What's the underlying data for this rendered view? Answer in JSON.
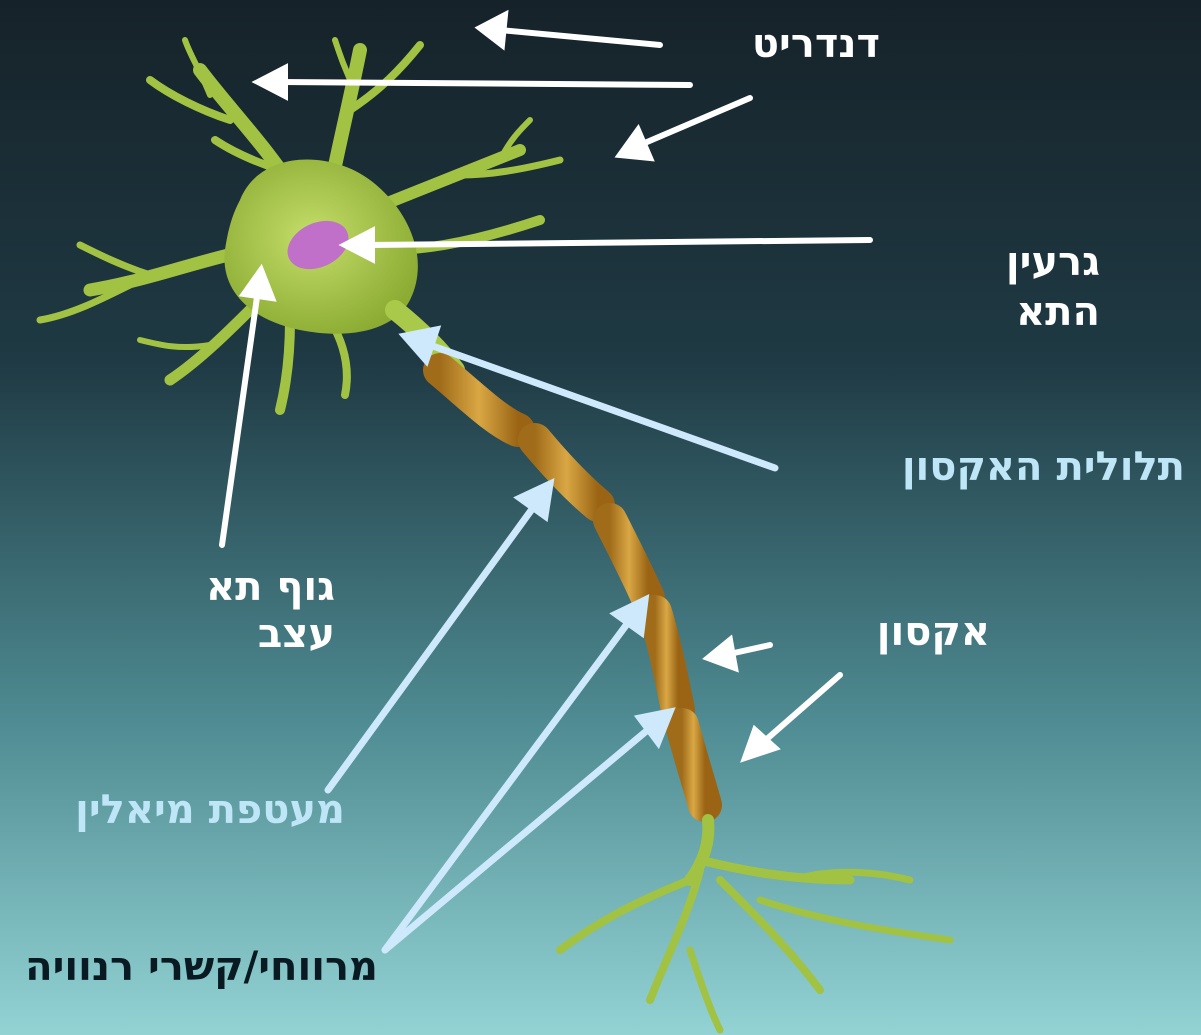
{
  "labels": {
    "dendrites": "דנדריט",
    "nucleus_line1": "גרעין",
    "nucleus_line2": "התא",
    "axon_hillock": "תלולית האקסון",
    "cell_body_line1": "גוף תא",
    "cell_body_line2": "עצב",
    "axon": "אקסון",
    "myelin_sheath": "מעטפת מיאלין",
    "nodes_of_ranvier": "מרווחי/קשרי רנוויה"
  },
  "colors": {
    "background_top": "#1a2a34",
    "background_bottom": "#8ecfd3",
    "neuron": "#a9c94a",
    "nucleus": "#c471c9",
    "myelin": "#c89230",
    "white_arrow": "#ffffff",
    "blue_arrow": "#cde9fb",
    "blue_label": "#bfe6f7"
  }
}
